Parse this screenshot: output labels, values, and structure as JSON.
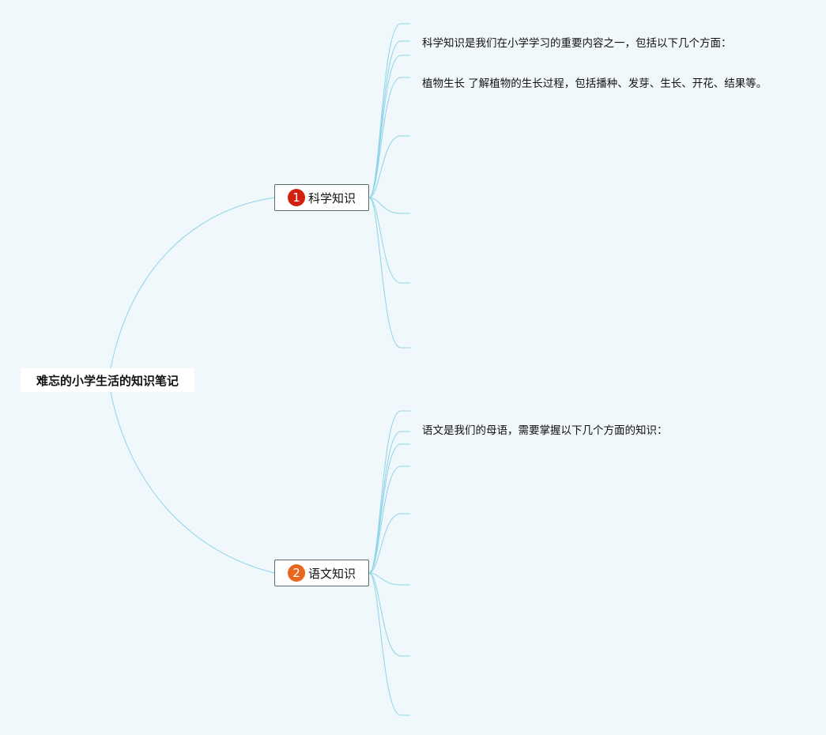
{
  "root": {
    "title": "难忘的小学生活的知识笔记"
  },
  "branches": [
    {
      "marker": "1",
      "label": "科学知识",
      "marker_color": "#d4200f",
      "notes": [
        "科学知识是我们在小学学习的重要内容之一，包括以下几个方面：",
        "植物生长 了解植物的生长过程，包括播种、发芽、生长、开花、结果等。"
      ]
    },
    {
      "marker": "2",
      "label": "语文知识",
      "marker_color": "#e8671c",
      "notes": [
        "语文是我们的母语，需要掌握以下几个方面的知识："
      ]
    }
  ],
  "colors": {
    "background": "#f0f8fb",
    "connector": "#8fd3ea",
    "node_border": "#5a6b6e"
  }
}
